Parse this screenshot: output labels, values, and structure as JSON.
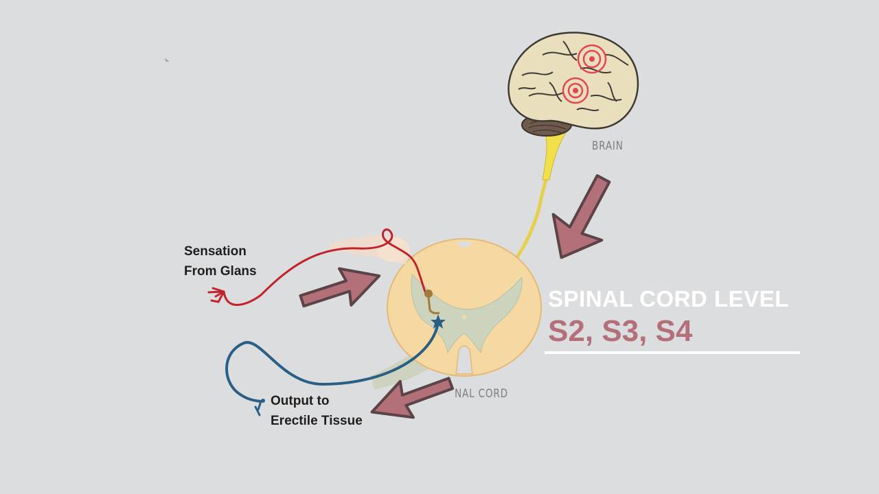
{
  "labels": {
    "sensation_line1": "Sensation",
    "sensation_line2": "From Glans",
    "output_line1": "Output to",
    "output_line2": "Erectile Tissue",
    "brain": "BRAIN",
    "spinal_cord": "NAL CORD"
  },
  "level": {
    "title": "SPINAL CORD LEVEL",
    "values": "S2, S3, S4"
  },
  "colors": {
    "background": "#dcdddf",
    "sensory_nerve": "#c0232b",
    "motor_nerve": "#2a5f85",
    "descending_tract": "#f2e04a",
    "arrow_fill": "#b47079",
    "arrow_outline": "#5a4447",
    "level_values": "#b47079",
    "level_title": "#ffffff"
  },
  "icons": {
    "brain": "brain-illustration",
    "spinal_cord": "spinal-cord-cross-section",
    "synapse": "star-synapse-icon"
  }
}
